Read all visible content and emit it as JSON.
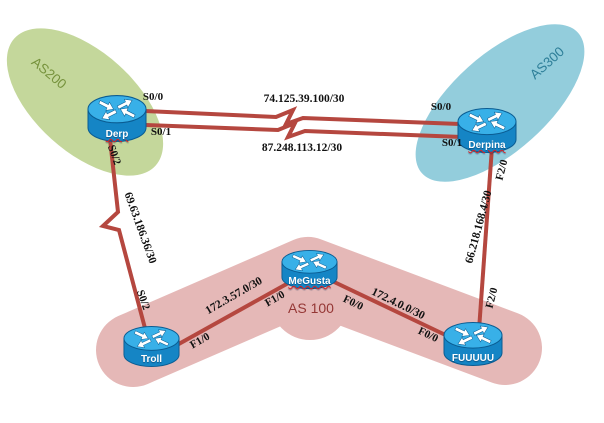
{
  "as_groups": [
    {
      "label": "AS200",
      "fill": "#c4d79b",
      "text_color": "#76923c"
    },
    {
      "label": "AS300",
      "fill": "#93cddc",
      "text_color": "#2e7f99"
    },
    {
      "label": "AS 100",
      "fill": "#e5b8b7",
      "text_color": "#953735"
    }
  ],
  "routers": [
    {
      "name": "Derp",
      "as": "AS200",
      "interfaces": [
        "S0/0",
        "S0/1",
        "S0/2"
      ]
    },
    {
      "name": "Derpina",
      "as": "AS300",
      "interfaces": [
        "S0/0",
        "S0/1",
        "F2/0"
      ]
    },
    {
      "name": "Troll",
      "as": "AS 100",
      "interfaces": [
        "S0/2",
        "F1/0"
      ]
    },
    {
      "name": "MeGusta",
      "as": "AS 100",
      "interfaces": [
        "F1/0",
        "F0/0"
      ]
    },
    {
      "name": "FUUUUU",
      "as": "AS 100",
      "interfaces": [
        "F0/0",
        "F2/0"
      ]
    }
  ],
  "links": [
    {
      "subnet": "74.125.39.100/30",
      "from": "Derp S0/0",
      "to": "Derpina S0/0",
      "zigzag": true
    },
    {
      "subnet": "87.248.113.12/30",
      "from": "Derp S0/1",
      "to": "Derpina S0/1",
      "zigzag": true
    },
    {
      "subnet": "69.63.186.36/30",
      "from": "Derp S0/2",
      "to": "Troll S0/2",
      "zigzag": true
    },
    {
      "subnet": "172.3.57.0/30",
      "from": "Troll F1/0",
      "to": "MeGusta F1/0",
      "zigzag": false
    },
    {
      "subnet": "172.4.0.0/30",
      "from": "MeGusta F0/0",
      "to": "FUUUUU F0/0",
      "zigzag": false
    },
    {
      "subnet": "66.218.168.4/30",
      "from": "Derpina F2/0",
      "to": "FUUUUU F2/0",
      "zigzag": false
    }
  ],
  "colors": {
    "link": "#b5473f",
    "background": "#ffffff",
    "router_body": "#1585c5",
    "router_top": "#38b0e8"
  }
}
